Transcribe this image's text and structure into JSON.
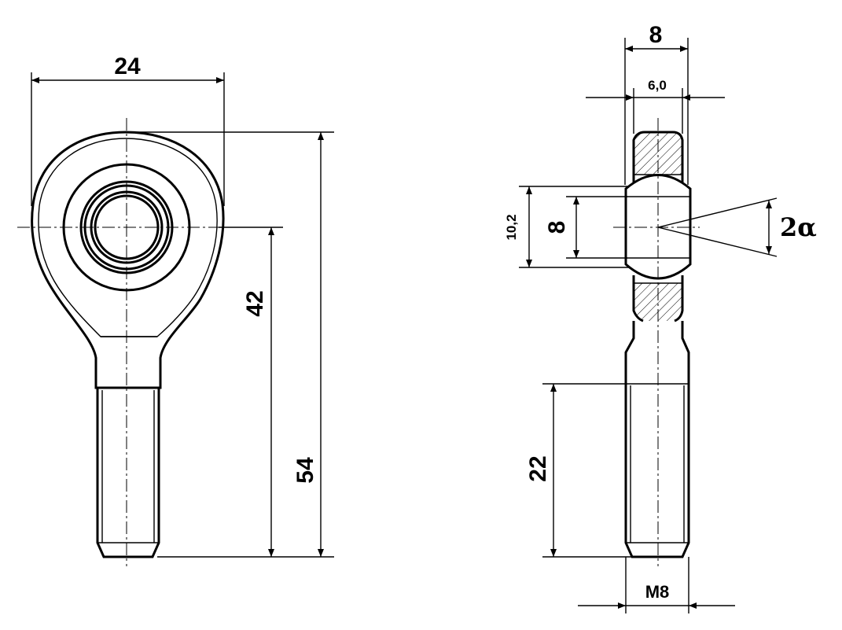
{
  "drawing": {
    "front_view": {
      "dim_width": "24",
      "dim_center_height": "42",
      "dim_total_height": "54"
    },
    "side_view": {
      "dim_ball_width": "8",
      "dim_housing_width": "6,0",
      "dim_ball_diameter": "10,2",
      "dim_bore": "8",
      "dim_angle": "2α",
      "dim_thread_length": "22",
      "dim_thread": "M8"
    }
  }
}
